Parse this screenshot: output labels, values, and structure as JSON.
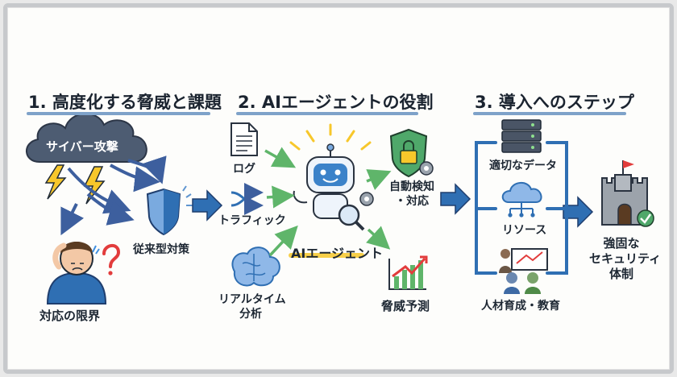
{
  "sections": [
    {
      "header": "1. 高度化する脅威と課題"
    },
    {
      "header": "2. AIエージェントの役割"
    },
    {
      "header": "3. 導入へのステップ"
    }
  ],
  "s1": {
    "cloud": "サイバー攻撃",
    "shield": "従来型対策",
    "person": "対応の限界"
  },
  "s2": {
    "log": "ログ",
    "traffic": "トラフィック",
    "realtime_1": "リアルタイム",
    "realtime_2": "分析",
    "agent": "AIエージェント",
    "detect_1": "自動検知",
    "detect_2": "・対応",
    "predict": "脅威予測"
  },
  "s3": {
    "data": "適切なデータ",
    "resources": "リソース",
    "talent": "人材育成・教育",
    "result_1": "強固な",
    "result_2": "セキュリティ",
    "result_3": "体制"
  },
  "colors": {
    "accent_blue": "#2f6fb3",
    "arrow_green": "#5fb56a",
    "alert_red": "#e23c3c",
    "warning_yellow": "#f7c72b",
    "underline": "#7ea2c9"
  }
}
